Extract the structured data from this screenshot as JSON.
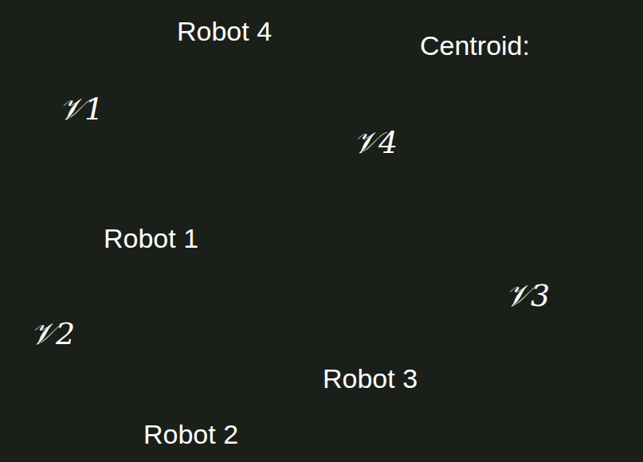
{
  "diagram": {
    "nodes": [
      {
        "text": [
          "𝒱1",
          "Robot 1"
        ]
      },
      {
        "text": [
          "𝒱2",
          "Robot 2"
        ]
      },
      {
        "text": [
          "Robot 3",
          "𝒱3"
        ]
      },
      {
        "text": [
          "Robot 4",
          "𝒱4"
        ]
      }
    ],
    "legend": [
      {
        "text": "Centroid:"
      }
    ]
  }
}
